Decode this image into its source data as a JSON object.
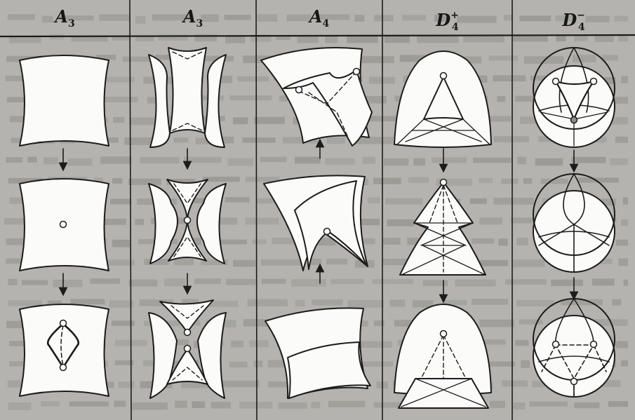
{
  "header": {
    "col1": {
      "letter": "A",
      "sub": "3",
      "sup": ""
    },
    "col2": {
      "letter": "A",
      "sub": "3",
      "sup": ""
    },
    "col3": {
      "letter": "A",
      "sub": "4",
      "sup": ""
    },
    "col4": {
      "letter": "D",
      "sub": "4",
      "sup": "+"
    },
    "col5": {
      "letter": "D",
      "sub": "4",
      "sup": "−"
    }
  },
  "colors": {
    "page": "#b4b3af",
    "paper": "#fbfbfa",
    "ink": "#1c1c1c",
    "bleed_text": "#8f8d88"
  }
}
